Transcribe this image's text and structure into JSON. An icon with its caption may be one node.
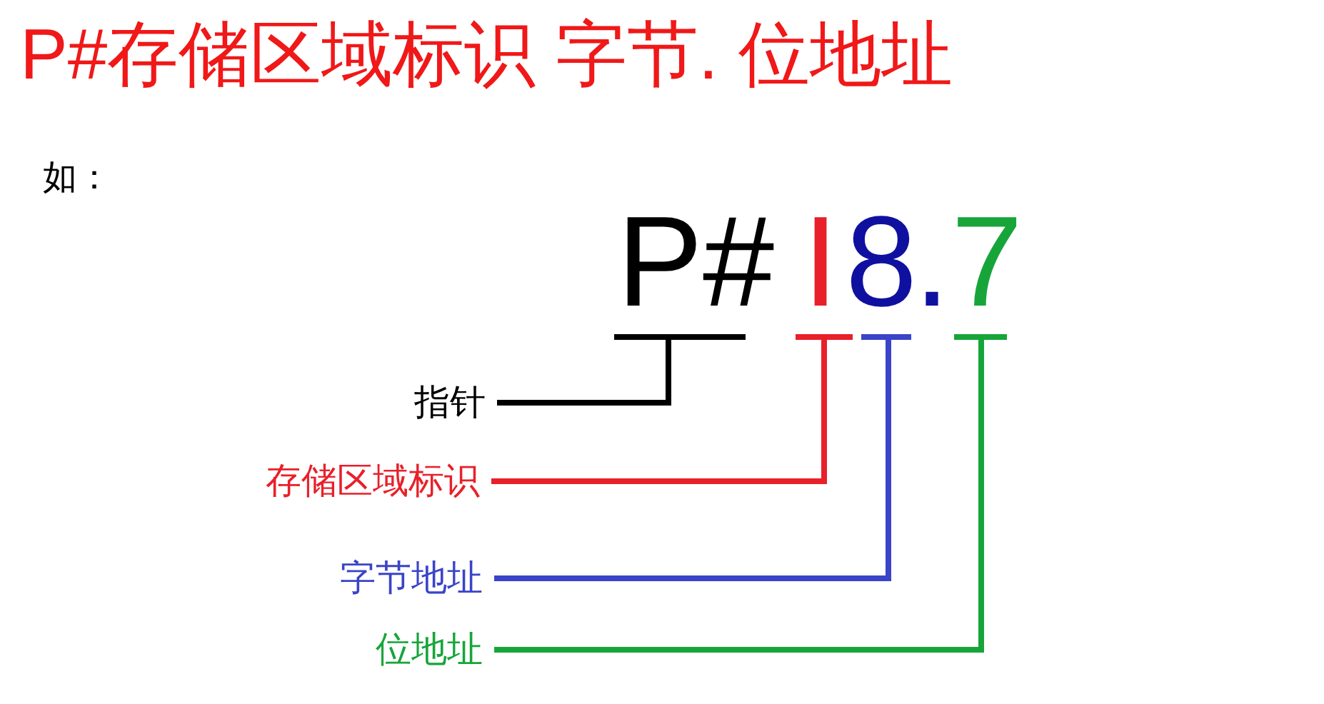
{
  "diagram": {
    "title": "P#存储区域标识 字节. 位地址",
    "nodes": [
      {
        "text": [
          "P#"
        ]
      },
      {
        "text": [
          "I"
        ]
      },
      {
        "text": [
          "8"
        ]
      },
      {
        "text": [
          "7"
        ]
      },
      {
        "text": [
          "指针"
        ]
      },
      {
        "text": [
          "存储区域标识"
        ]
      },
      {
        "text": [
          "字节地址"
        ]
      },
      {
        "text": [
          "位地址"
        ]
      }
    ],
    "edges": [
      {
        "from": 4,
        "to": 0,
        "arrow": "other",
        "color": "#000000"
      },
      {
        "from": 5,
        "to": 1,
        "arrow": "other",
        "color": "#e8202a"
      },
      {
        "from": 6,
        "to": 2,
        "arrow": "other",
        "color": "#3a44c8"
      },
      {
        "from": 7,
        "to": 3,
        "arrow": "other",
        "color": "#17a53a"
      }
    ],
    "labels": [
      "如：",
      "."
    ]
  }
}
